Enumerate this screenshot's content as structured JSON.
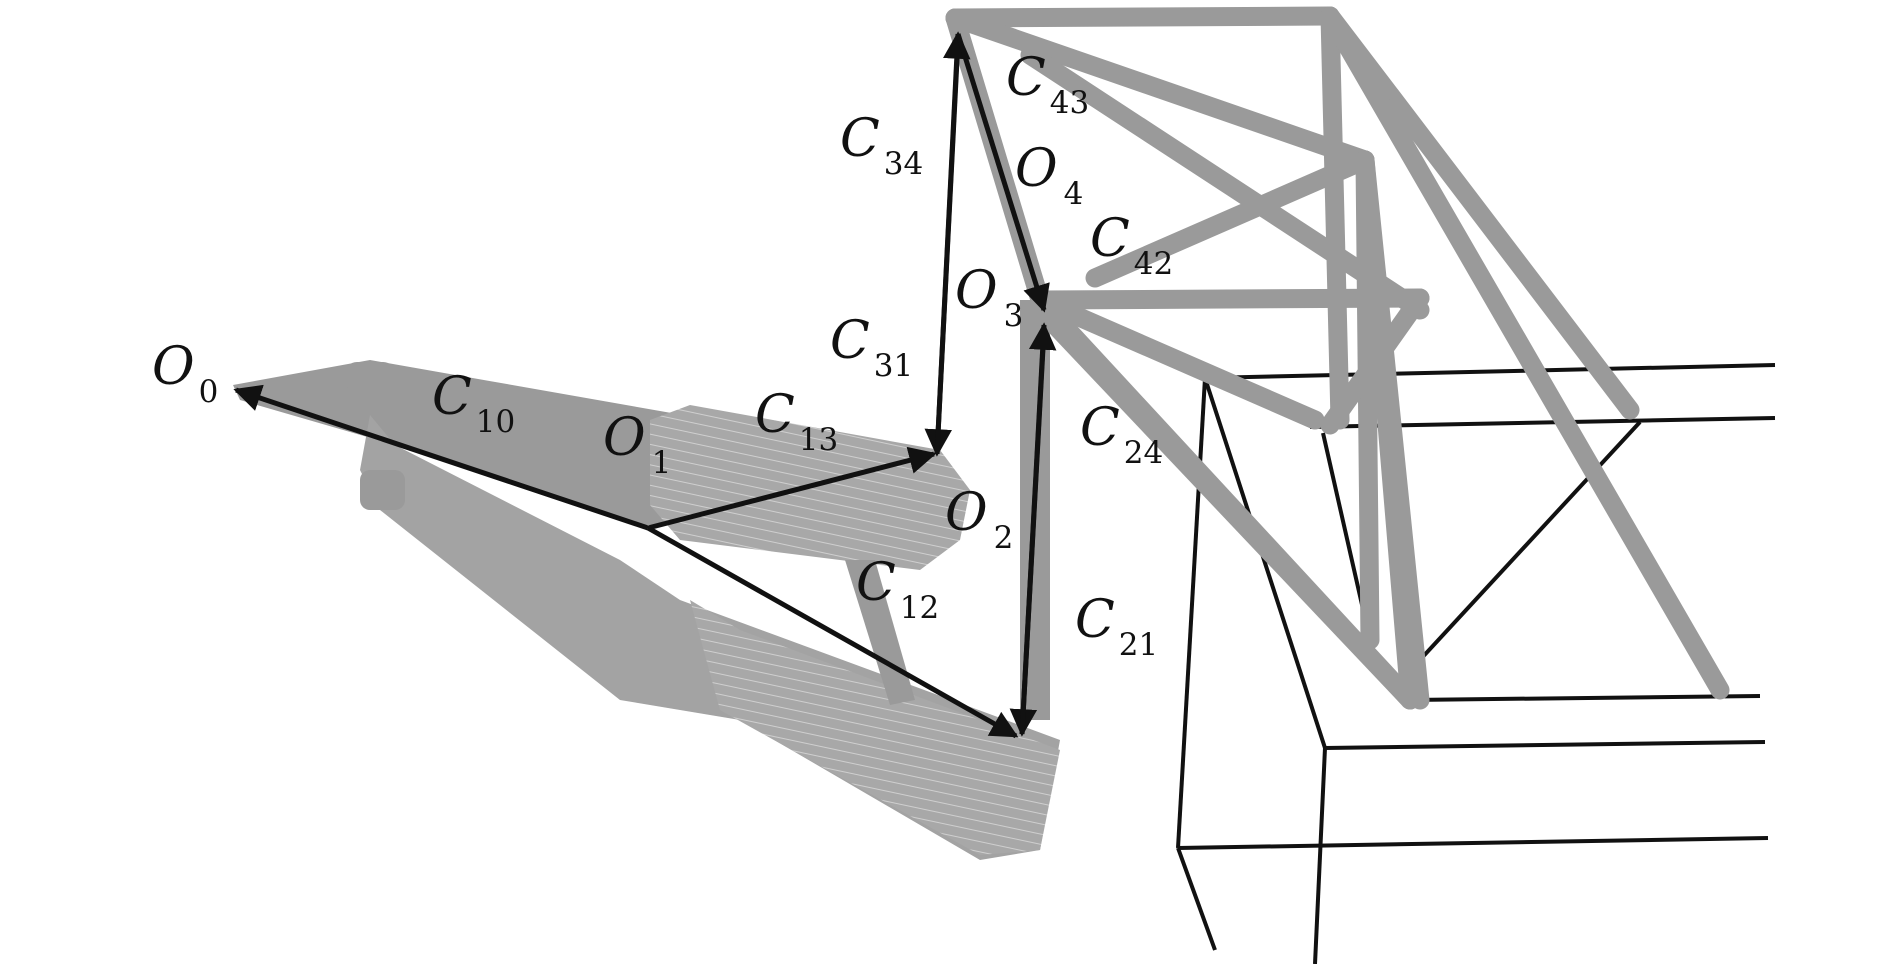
{
  "colors": {
    "structure_gray": "#9a9a9a",
    "vector_black": "#111111",
    "background": "#ffffff"
  },
  "labels": {
    "O0": {
      "main": "O",
      "sub": "0"
    },
    "O1": {
      "main": "O",
      "sub": "1"
    },
    "O2": {
      "main": "O",
      "sub": "2"
    },
    "O3": {
      "main": "O",
      "sub": "3"
    },
    "O4": {
      "main": "O",
      "sub": "4"
    },
    "C10": {
      "main": "C",
      "sub": "10"
    },
    "C13": {
      "main": "C",
      "sub": "13"
    },
    "C12": {
      "main": "C",
      "sub": "12"
    },
    "C31": {
      "main": "C",
      "sub": "31"
    },
    "C34": {
      "main": "C",
      "sub": "34"
    },
    "C43": {
      "main": "C",
      "sub": "43"
    },
    "C42": {
      "main": "C",
      "sub": "42"
    },
    "C24": {
      "main": "C",
      "sub": "24"
    },
    "C21": {
      "main": "C",
      "sub": "21"
    }
  }
}
